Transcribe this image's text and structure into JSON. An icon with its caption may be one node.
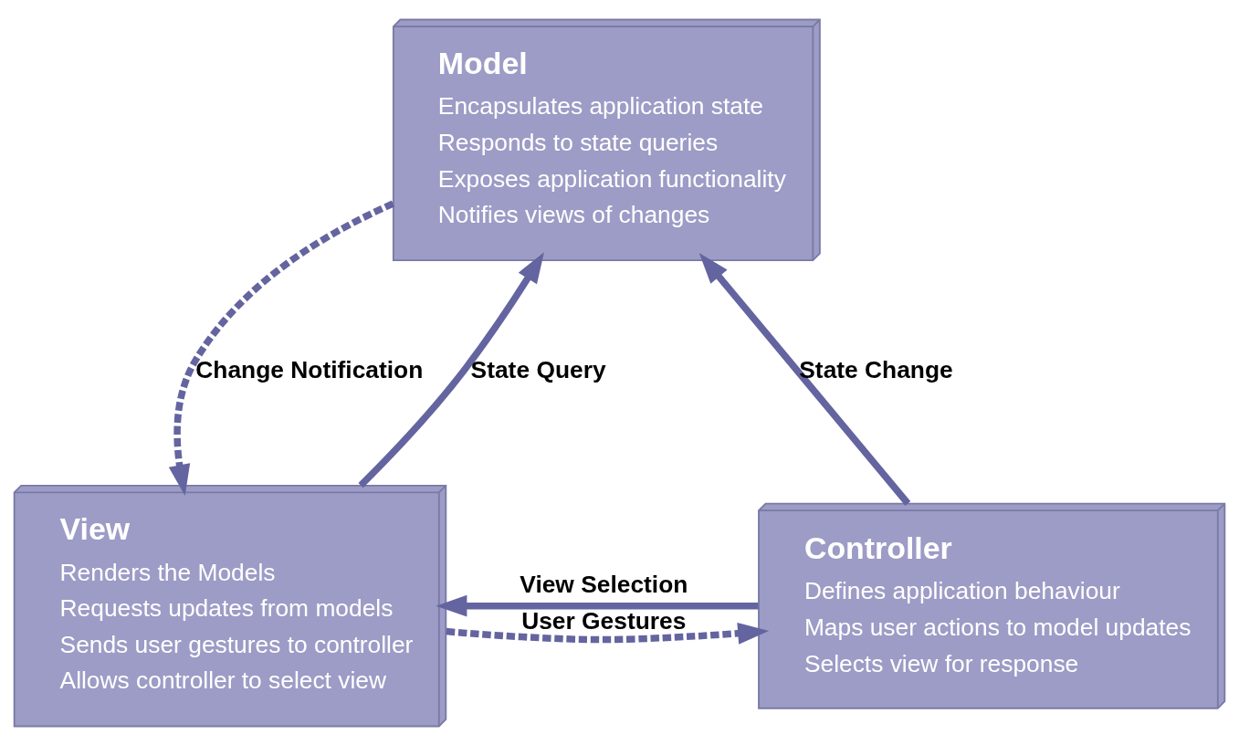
{
  "diagram": {
    "nodes": [
      {
        "text": [
          "Model",
          "Encapsulates application state",
          "Responds to state queries",
          "Exposes application functionality",
          "Notifies views of changes"
        ]
      },
      {
        "text": [
          "View",
          "Renders the Models",
          "Requests updates from models",
          "Sends user gestures to controller",
          "Allows controller to select view"
        ]
      },
      {
        "text": [
          "Controller",
          "Defines application behaviour",
          "Maps user actions to model updates",
          "Selects view for response"
        ]
      }
    ],
    "edges": [
      {
        "from": 1,
        "to": 0,
        "arrow": "to",
        "label": "State Query"
      },
      {
        "from": 0,
        "to": 1,
        "arrow": "to",
        "label": "Change Notification",
        "style": "dashed"
      },
      {
        "from": 2,
        "to": 0,
        "arrow": "to",
        "label": "State Change"
      },
      {
        "from": 2,
        "to": 1,
        "arrow": "to",
        "label": "View Selection"
      },
      {
        "from": 1,
        "to": 2,
        "arrow": "to",
        "label": "User Gestures",
        "style": "dashed"
      }
    ]
  }
}
